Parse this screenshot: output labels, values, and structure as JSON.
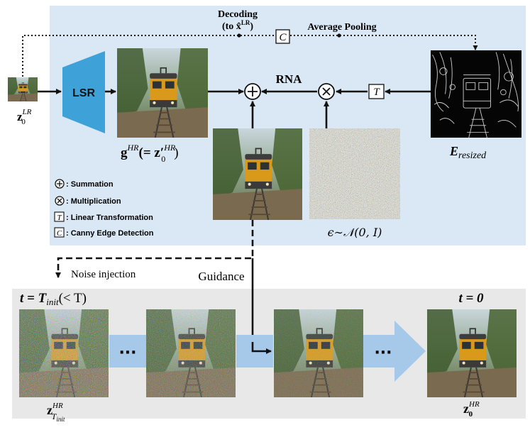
{
  "top_labels": {
    "decoding_line1": "Decoding",
    "decoding_line2": "(to x̂",
    "decoding_sup": "LR",
    "decoding_close": ")",
    "average_pooling": "Average Pooling",
    "rna": "RNA",
    "lsr": "LSR"
  },
  "symbols": {
    "canny": "C",
    "transform": "T",
    "plus": "+",
    "times": "×"
  },
  "latent_labels": {
    "z0lr_base": "z",
    "z0lr_sub": "0",
    "z0lr_sup": "LR",
    "ghr_base": "g",
    "ghr_sup": "HR",
    "ghr_eq": "(= z′",
    "ghr_eq_sub": "0",
    "ghr_eq_sup": "HR",
    "ghr_close": ")",
    "eresized_base": "E",
    "eresized_sub": "resized",
    "epsilon": "ϵ∼𝒩(0, I)",
    "ztinit_base": "z",
    "ztinit_sub": "T",
    "ztinit_subsub": "init",
    "ztinit_sup": "HR",
    "z0hr_base": "z",
    "z0hr_sub": "0",
    "z0hr_sup": "HR"
  },
  "legend": [
    {
      "symbol": "plus",
      "text": ": Summation"
    },
    {
      "symbol": "times",
      "text": ": Multiplication"
    },
    {
      "symbol": "transform",
      "text": ": Linear Transformation"
    },
    {
      "symbol": "canny",
      "text": ": Canny Edge Detection"
    }
  ],
  "process_labels": {
    "noise_injection": "Noise injection",
    "guidance": "Guidance",
    "t_init_left": "t = T",
    "t_init_sub": "init",
    "t_init_right": "(< T)",
    "t_zero": "t = 0",
    "ellipsis": "···"
  },
  "colors": {
    "panel_blue": "#dae7f4",
    "panel_gray": "#e8e8e8",
    "lsr_blue": "#3ea2d9",
    "arrow_light": "#a6c9ea"
  }
}
